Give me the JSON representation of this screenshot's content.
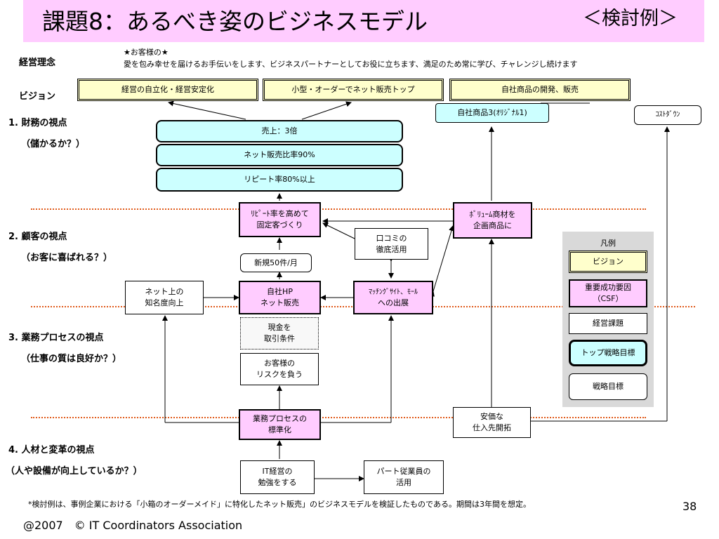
{
  "header": {
    "title": "課題8：あるべき姿のビジネスモデル",
    "example_tag": "＜検討例＞"
  },
  "philosophy": {
    "label": "経営理念",
    "motto": "★お客様の★",
    "text": "愛を包み幸せを届けるお手伝いをします、ビジネスパートナーとしてお役に立ちます、満足のため常に学び、チャレンジし続けます"
  },
  "vision": {
    "label": "ビジョン",
    "items": [
      "経営の自立化・経営安定化",
      "小型・オーダーでネット販売トップ",
      "自社商品の開発、販売"
    ]
  },
  "perspectives": {
    "financial": {
      "title": "1. 財務の視点",
      "question": "（儲かるか？）"
    },
    "customer": {
      "title": "2. 顧客の視点",
      "question": "（お客に喜ばれる？）"
    },
    "process": {
      "title": "3. 業務プロセスの視点",
      "question": "（仕事の質は良好か？）"
    },
    "people": {
      "title": "4. 人材と変革の視点",
      "question": "（人や設備が向上しているか？）"
    }
  },
  "nodes": {
    "sales": "売上：3倍",
    "net_ratio": "ネット販売比率90%",
    "repeat_rate": "リピート率80%以上",
    "own_product": "自社商品3(ｵﾘｼﾞﾅﾙ1)",
    "cost_down": "ｺｽﾄﾀﾞｳﾝ",
    "repeat_fix": [
      "ﾘﾋﾟｰﾄ率を高めて",
      "固定客づくり"
    ],
    "volume": [
      "ﾎﾞﾘｭｰﾑ商材を",
      "企画商品に"
    ],
    "word_of_mouth": [
      "口コミの",
      "徹底活用"
    ],
    "new_orders": "新規50件/月",
    "awareness": [
      "ネット上の",
      "知名度向上"
    ],
    "own_hp": [
      "自社HP",
      "ネット販売"
    ],
    "matching": [
      "ﾏｯﾁﾝｸﾞｻｲﾄ、ﾓｰﾙ",
      "への出展"
    ],
    "cash_terms": [
      "現金を",
      "取引条件"
    ],
    "risk": [
      "お客様の",
      "リスクを負う"
    ],
    "process_std": [
      "業務プロセスの",
      "標準化"
    ],
    "supplier": [
      "安価な",
      "仕入先開拓"
    ],
    "it_study": [
      "IT経営の",
      "勉強をする"
    ],
    "part_time": [
      "パート従業員の",
      "活用"
    ]
  },
  "legend": {
    "title": "凡例",
    "vision": "ビジョン",
    "csf": [
      "重要成功要因",
      "（CSF）"
    ],
    "issue": "経営課題",
    "top_goal": "トップ戦略目標",
    "goal": "戦略目標"
  },
  "footer": {
    "note": "*検討例は、事例企業における「小箱のオーダーメイド」に特化したネット販売」のビジネスモデルを検証したものである。期間は3年間を想定。",
    "page": "38",
    "copyright": "@2007　© IT Coordinators Association"
  },
  "colors": {
    "title_band": "#ffccff",
    "vision_fill": "#ffffcc",
    "csf_fill": "#ffccff",
    "goal_fill": "#ccffff",
    "separator": "#e05a1a"
  }
}
